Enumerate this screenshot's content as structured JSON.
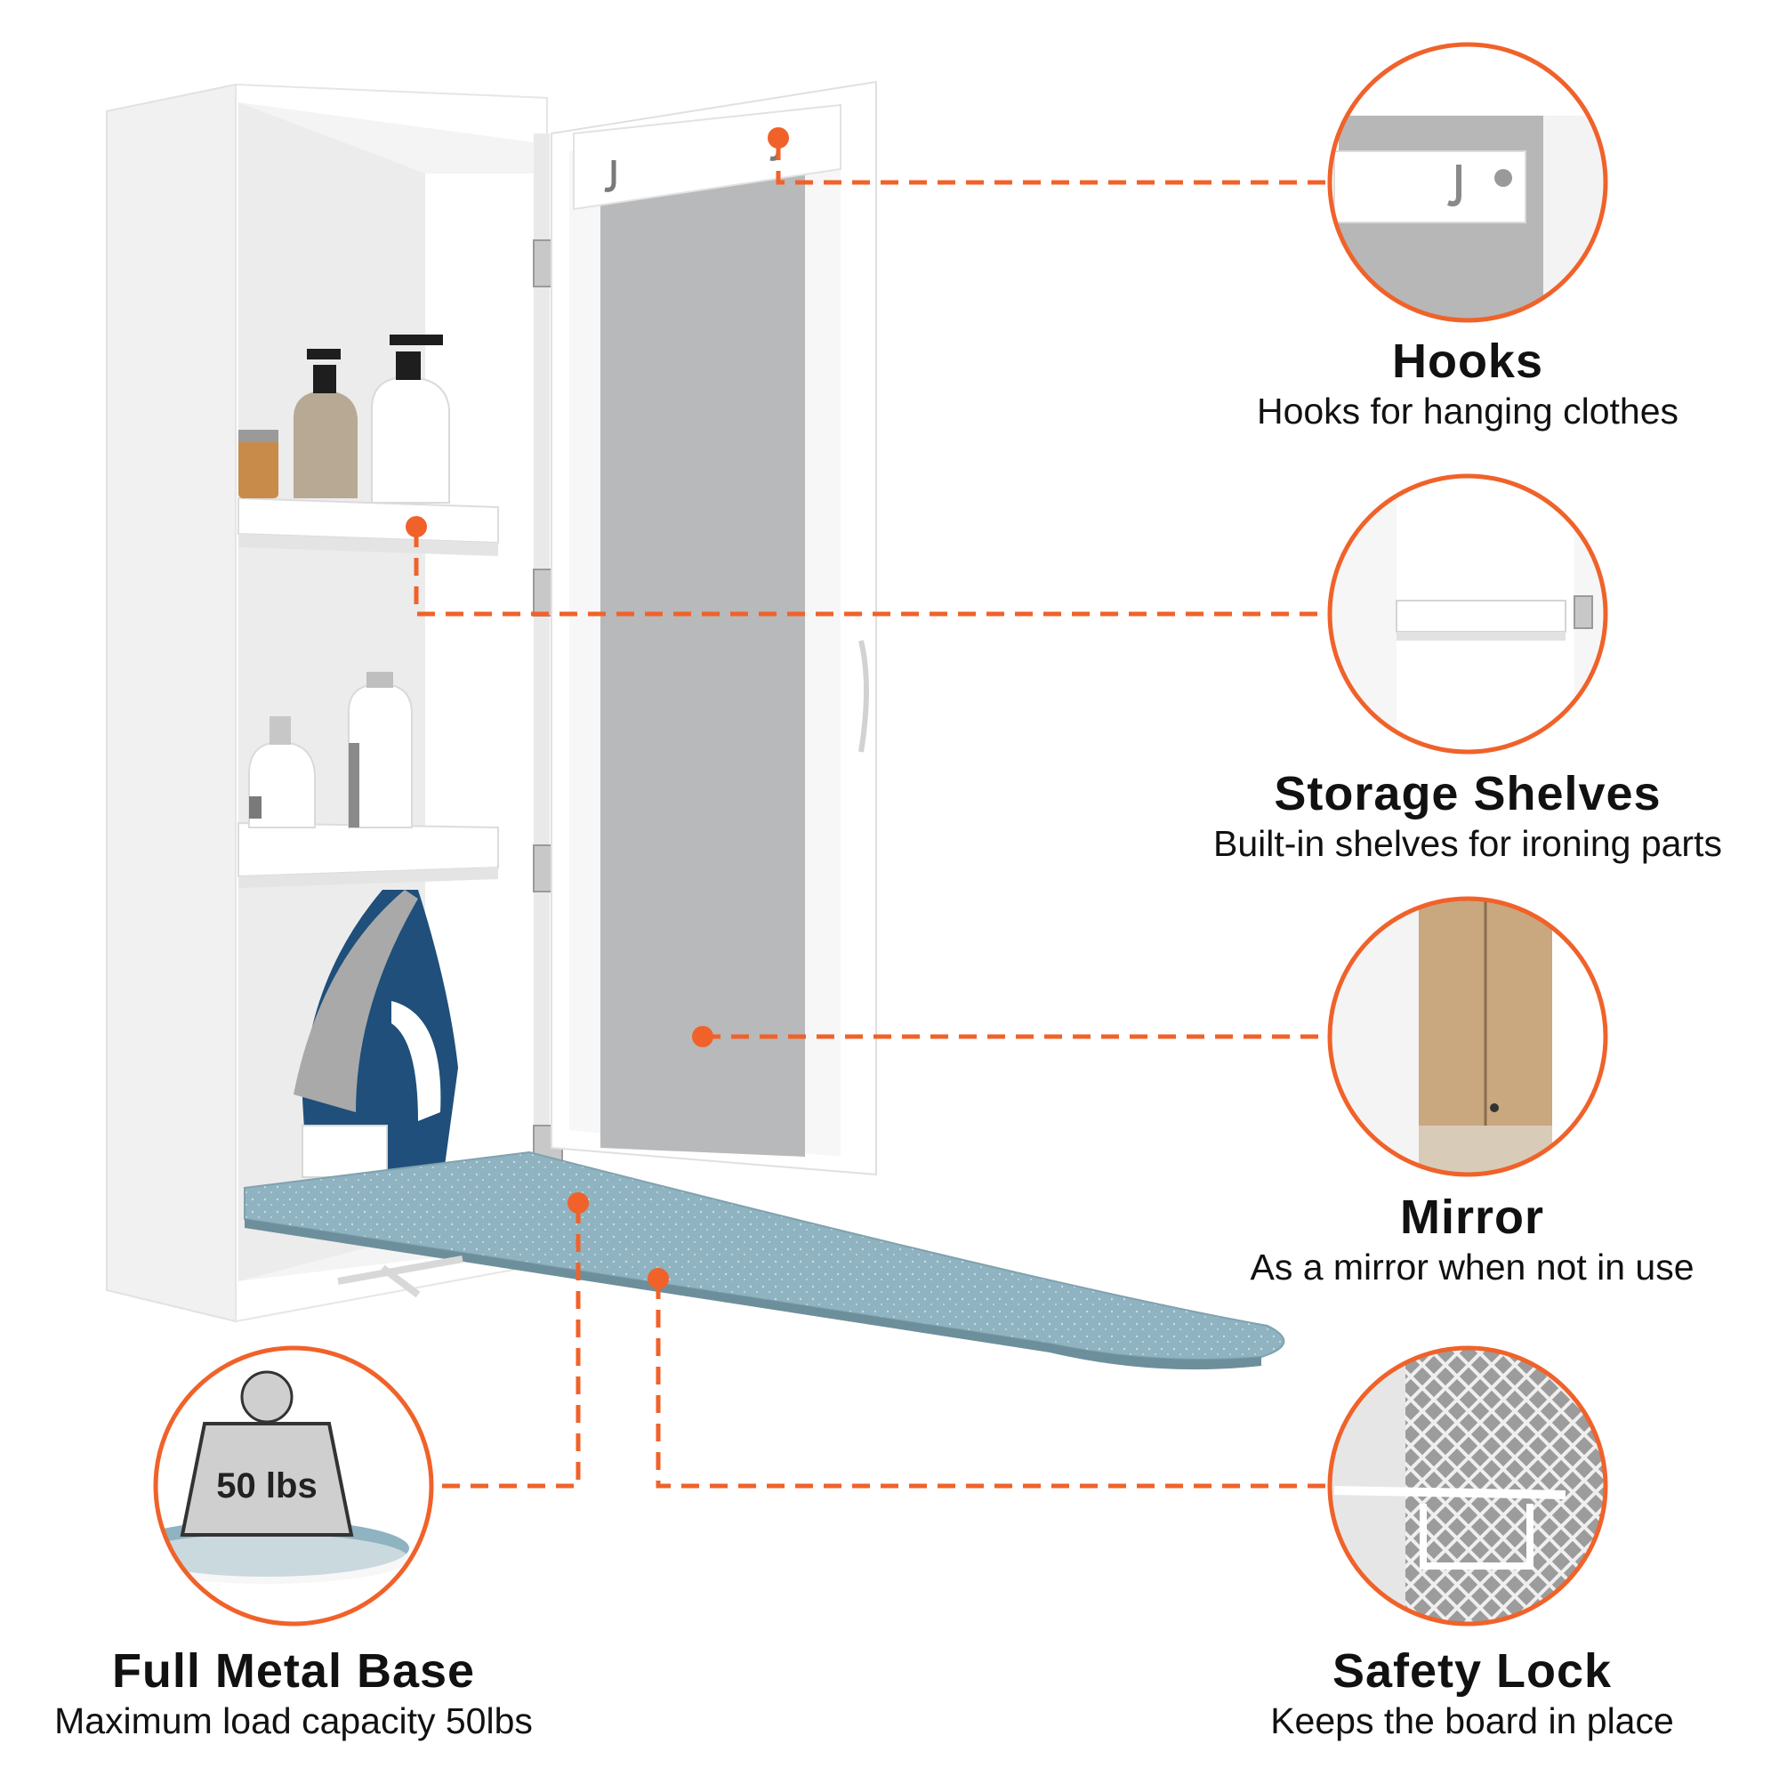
{
  "features": {
    "hooks": {
      "title": "Hooks",
      "desc": "Hooks for hanging clothes"
    },
    "shelves": {
      "title": "Storage Shelves",
      "desc": "Built-in shelves for ironing parts"
    },
    "mirror": {
      "title": "Mirror",
      "desc": "As a mirror when not in use"
    },
    "lock": {
      "title": "Safety Lock",
      "desc": "Keeps the board in place"
    },
    "base": {
      "title": "Full Metal Base",
      "desc": "Maximum load capacity 50lbs"
    }
  },
  "weight_badge": "50 lbs",
  "colors": {
    "accent": "#f0622a",
    "board": "#8fb3c0",
    "mirror": "#b8b9bb",
    "cabinet": "#ffffff",
    "iron_blue": "#1f4f7a"
  }
}
